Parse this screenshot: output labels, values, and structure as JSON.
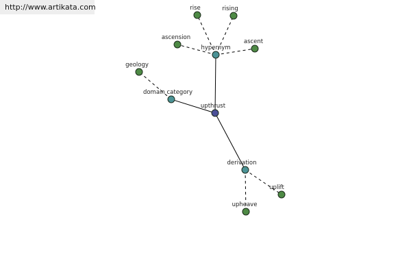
{
  "site": {
    "url": "http://www.artikata.com"
  },
  "colors": {
    "center": "#4b4f97",
    "relation": "#4c9396",
    "leaf": "#4e8a45",
    "stroke": "#1c2a1c",
    "edge": "#000000"
  },
  "graph": {
    "nodes": [
      {
        "id": "upthrust",
        "label": "upthrust",
        "kind": "center"
      },
      {
        "id": "hypernym",
        "label": "hypernym",
        "kind": "relation"
      },
      {
        "id": "domain_category",
        "label": "domain category",
        "kind": "relation"
      },
      {
        "id": "derivation",
        "label": "derivation",
        "kind": "relation"
      },
      {
        "id": "rise",
        "label": "rise",
        "kind": "leaf"
      },
      {
        "id": "rising",
        "label": "rising",
        "kind": "leaf"
      },
      {
        "id": "ascension",
        "label": "ascension",
        "kind": "leaf"
      },
      {
        "id": "ascent",
        "label": "ascent",
        "kind": "leaf"
      },
      {
        "id": "geology",
        "label": "geology",
        "kind": "leaf"
      },
      {
        "id": "uplift",
        "label": "uplift",
        "kind": "leaf"
      },
      {
        "id": "upheave",
        "label": "upheave",
        "kind": "leaf"
      }
    ],
    "edges": [
      {
        "from": "upthrust",
        "to": "hypernym",
        "style": "solid"
      },
      {
        "from": "upthrust",
        "to": "domain_category",
        "style": "solid"
      },
      {
        "from": "upthrust",
        "to": "derivation",
        "style": "solid"
      },
      {
        "from": "hypernym",
        "to": "rise",
        "style": "dashed"
      },
      {
        "from": "hypernym",
        "to": "rising",
        "style": "dashed"
      },
      {
        "from": "hypernym",
        "to": "ascension",
        "style": "dashed"
      },
      {
        "from": "hypernym",
        "to": "ascent",
        "style": "dashed"
      },
      {
        "from": "domain_category",
        "to": "geology",
        "style": "dashed"
      },
      {
        "from": "derivation",
        "to": "uplift",
        "style": "dashed"
      },
      {
        "from": "derivation",
        "to": "upheave",
        "style": "dashed"
      }
    ]
  }
}
